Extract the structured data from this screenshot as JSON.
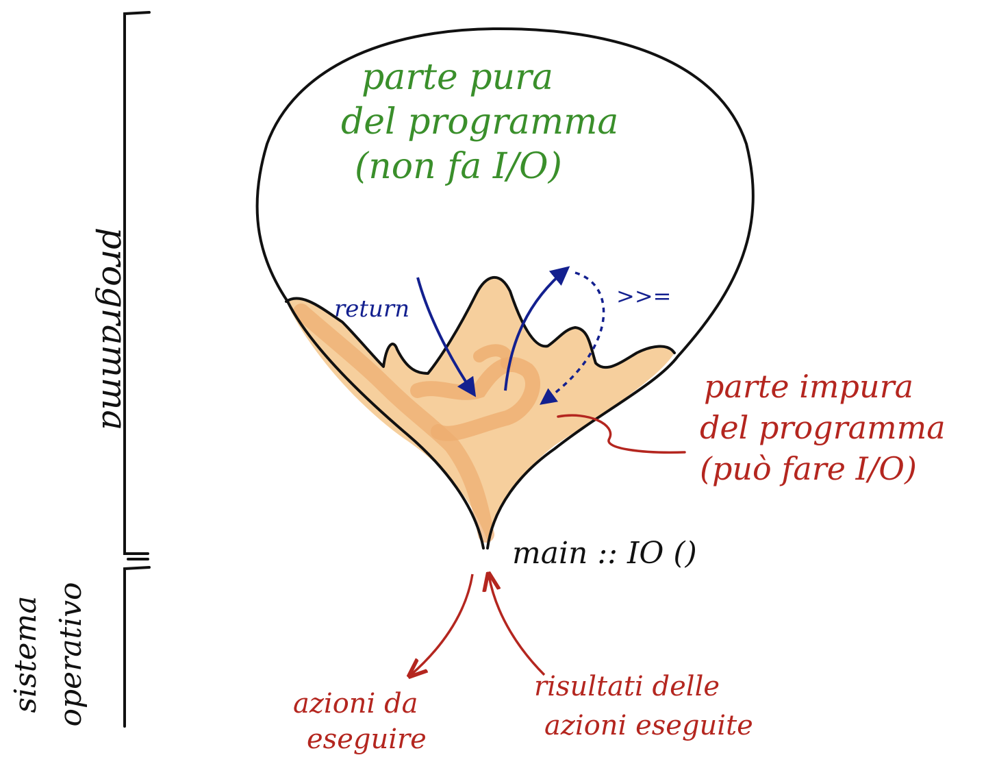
{
  "labels": {
    "pure_part": [
      "parte pura",
      "del programma",
      "(non fa I/O)"
    ],
    "impure_part": [
      "parte impura",
      "del programma",
      "(può fare I/O)"
    ],
    "return_label": "return",
    "bind_label": ">>=",
    "main_signature": "main :: IO ()",
    "program_label": "programma",
    "os_label": [
      "sistema",
      "operativo"
    ],
    "actions_to_execute": [
      "azioni da",
      "eseguire"
    ],
    "results": [
      "risultati delle",
      "azioni eseguite"
    ]
  },
  "colors": {
    "pure_text": "#3a8f2b",
    "impure_text": "#b4261f",
    "arrows_inner": "#13208f",
    "impure_fill": "#f6cf9d",
    "impure_dark": "#eeac6f",
    "outline": "#111111"
  }
}
